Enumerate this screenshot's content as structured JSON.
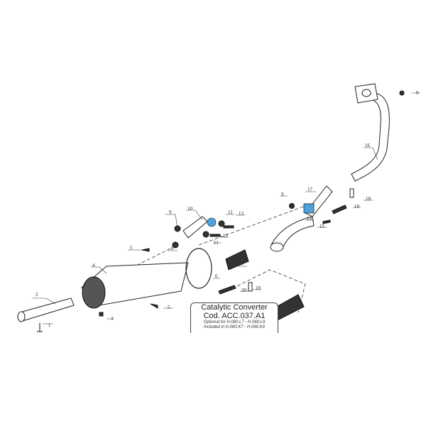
{
  "callouts": [
    "1",
    "2",
    "3",
    "4",
    "5",
    "5",
    "6",
    "7",
    "8",
    "9",
    "9",
    "9",
    "9",
    "10",
    "11",
    "11",
    "12",
    "13",
    "14",
    "15",
    "16",
    "17",
    "18",
    "18",
    "19",
    "20"
  ],
  "catalytic_box": {
    "title": "Catalytic Converter",
    "code": "Cod. ACC.037.A1",
    "optional": "Optional for H.060.L7 - H.060.L9",
    "included": "Included in H.060.K7 - H.060.K9"
  },
  "highlight_color": "#4aa3e0"
}
